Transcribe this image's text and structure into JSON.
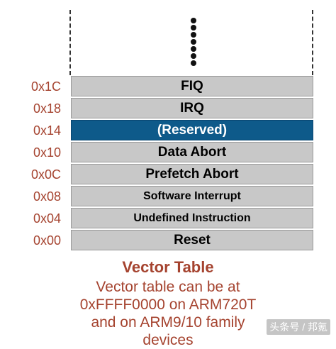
{
  "table": {
    "rows": [
      {
        "label": "FIQ",
        "address": "0x1C"
      },
      {
        "label": "IRQ",
        "address": "0x18"
      },
      {
        "label": "(Reserved)",
        "address": "0x14"
      },
      {
        "label": "Data Abort",
        "address": "0x10"
      },
      {
        "label": "Prefetch Abort",
        "address": "0x0C"
      },
      {
        "label": "Software Interrupt",
        "address": "0x08"
      },
      {
        "label": "Undefined Instruction",
        "address": "0x04"
      },
      {
        "label": "Reset",
        "address": "0x00"
      }
    ]
  },
  "caption": {
    "title": "Vector Table",
    "line1": "Vector table can be at",
    "line2": "0xFFFF0000 on ARM720T",
    "line3": "and on ARM9/10 family",
    "line4": "devices"
  },
  "watermark": "头条号 / 邦氪",
  "colors": {
    "accent_text": "#a5432f",
    "row_fill": "#c8c8c8",
    "highlight_fill": "#0e5a8a"
  },
  "icons": [
    "vertical-ellipsis-icon"
  ]
}
